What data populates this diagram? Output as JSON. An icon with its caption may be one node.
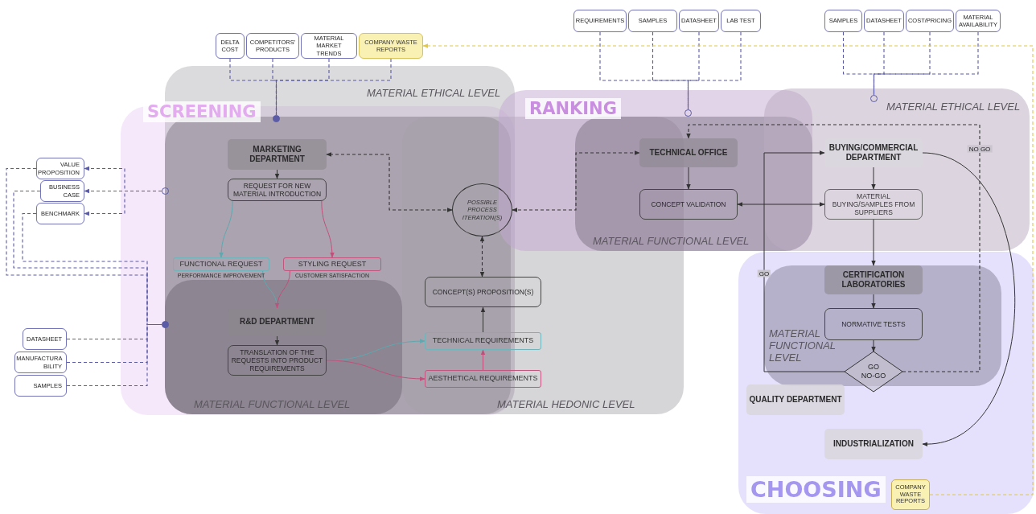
{
  "diagram": {
    "nodes": [
      {
        "text": [
          "DELTA COST"
        ]
      },
      {
        "text": [
          "COMPETITORS' PRODUCTS"
        ]
      },
      {
        "text": [
          "MATERIAL MARKET TRENDS"
        ]
      },
      {
        "text": [
          "COMPANY WASTE REPORTS"
        ]
      },
      {
        "text": [
          "REQUIREMENTS"
        ]
      },
      {
        "text": [
          "SAMPLES"
        ]
      },
      {
        "text": [
          "DATASHEET"
        ]
      },
      {
        "text": [
          "LAB TEST"
        ]
      },
      {
        "text": [
          "SAMPLES"
        ]
      },
      {
        "text": [
          "DATASHEET"
        ]
      },
      {
        "text": [
          "COST/PRICING"
        ]
      },
      {
        "text": [
          "MATERIAL AVAILABILITY"
        ]
      },
      {
        "text": [
          "VALUE PROPOSITION"
        ]
      },
      {
        "text": [
          "BUSINESS CASE"
        ]
      },
      {
        "text": [
          "BENCHMARK"
        ]
      },
      {
        "text": [
          "DATASHEET"
        ]
      },
      {
        "text": [
          "MANUFACTURA BILITY"
        ]
      },
      {
        "text": [
          "SAMPLES"
        ]
      },
      {
        "text": [
          "MARKETING DEPARTMENT"
        ]
      },
      {
        "text": [
          "REQUEST FOR NEW MATERIAL INTRODUCTION"
        ]
      },
      {
        "text": [
          "FUNCTIONAL REQUEST"
        ],
        "beside": [
          "PERFORMANCE IMPROVEMENT"
        ]
      },
      {
        "text": [
          "STYLING REQUEST"
        ],
        "beside": [
          "CUSTOMER SATISFACTION"
        ]
      },
      {
        "text": [
          "R&D DEPARTMENT"
        ]
      },
      {
        "text": [
          "TRANSLATION OF THE REQUESTS INTO PRODUCT REQUIREMENTS"
        ]
      },
      {
        "text": [
          "POSSIBLE PROCESS ITERATION(S)"
        ]
      },
      {
        "text": [
          "CONCEPT(S) PROPOSITION(S)"
        ]
      },
      {
        "text": [
          "TECHNICAL REQUIREMENTS"
        ]
      },
      {
        "text": [
          "AESTHETICAL REQUIREMENTS"
        ]
      },
      {
        "text": [
          "TECHNICAL OFFICE"
        ]
      },
      {
        "text": [
          "CONCEPT VALIDATION"
        ]
      },
      {
        "text": [
          "BUYING/COMMERCIAL DEPARTMENT"
        ]
      },
      {
        "text": [
          "MATERIAL BUYING/SAMPLES FROM SUPPLIERS"
        ]
      },
      {
        "text": [
          "CERTIFICATION LABORATORIES"
        ]
      },
      {
        "text": [
          "NORMATIVE TESTS"
        ]
      },
      {
        "text": [
          "GO NO-GO"
        ]
      },
      {
        "text": [
          "QUALITY DEPARTMENT"
        ]
      },
      {
        "text": [
          "INDUSTRIALIZATION"
        ]
      },
      {
        "text": [
          "COMPANY WASTE REPORTS"
        ]
      },
      {
        "text": [],
        "shape": "dot"
      },
      {
        "text": [],
        "shape": "circle"
      },
      {
        "text": [],
        "shape": "circle"
      },
      {
        "text": [],
        "shape": "circle"
      },
      {
        "text": [],
        "shape": "dot"
      }
    ],
    "edges": [
      {
        "from": 0,
        "to": 38,
        "arrow": "none",
        "style": "dashed"
      },
      {
        "from": 1,
        "to": 38,
        "arrow": "none",
        "style": "dashed"
      },
      {
        "from": 2,
        "to": 38,
        "arrow": "none",
        "style": "dashed"
      },
      {
        "from": 3,
        "to": 38,
        "arrow": "none",
        "style": "dashed"
      },
      {
        "from": 4,
        "to": 39,
        "arrow": "none",
        "style": "dashed"
      },
      {
        "from": 5,
        "to": 39,
        "arrow": "none",
        "style": "dashed"
      },
      {
        "from": 6,
        "to": 39,
        "arrow": "none",
        "style": "dashed"
      },
      {
        "from": 7,
        "to": 39,
        "arrow": "none",
        "style": "dashed"
      },
      {
        "from": 8,
        "to": 40,
        "arrow": "none",
        "style": "dashed"
      },
      {
        "from": 9,
        "to": 40,
        "arrow": "none",
        "style": "dashed"
      },
      {
        "from": 10,
        "to": 40,
        "arrow": "none",
        "style": "dashed"
      },
      {
        "from": 11,
        "to": 40,
        "arrow": "none",
        "style": "dashed"
      },
      {
        "from": 41,
        "to": 12,
        "arrow": "to",
        "style": "dashed"
      },
      {
        "from": 41,
        "to": 13,
        "arrow": "to",
        "style": "dashed"
      },
      {
        "from": 41,
        "to": 14,
        "arrow": "to",
        "style": "dashed"
      },
      {
        "from": 12,
        "to": 42,
        "arrow": "none",
        "style": "dashed"
      },
      {
        "from": 13,
        "to": 42,
        "arrow": "none",
        "style": "dashed"
      },
      {
        "from": 14,
        "to": 42,
        "arrow": "none",
        "style": "dashed"
      },
      {
        "from": 15,
        "to": 42,
        "arrow": "none",
        "style": "dashed"
      },
      {
        "from": 16,
        "to": 42,
        "arrow": "none",
        "style": "dashed"
      },
      {
        "from": 17,
        "to": 42,
        "arrow": "none",
        "style": "dashed"
      },
      {
        "from": 18,
        "to": 19,
        "arrow": "to",
        "color": "#333333"
      },
      {
        "from": 19,
        "to": 20,
        "arrow": "to",
        "color": "#5fa8b0"
      },
      {
        "from": 19,
        "to": 21,
        "arrow": "to",
        "color": "#c0507a"
      },
      {
        "from": 20,
        "to": 22,
        "arrow": "to",
        "color": "#5fa8b0"
      },
      {
        "from": 21,
        "to": 22,
        "arrow": "to",
        "color": "#c0507a"
      },
      {
        "from": 22,
        "to": 23,
        "arrow": "to",
        "color": "#333333"
      },
      {
        "from": 23,
        "to": 26,
        "arrow": "to",
        "color": "#5fa8b0"
      },
      {
        "from": 23,
        "to": 27,
        "arrow": "to",
        "color": "#c0507a"
      },
      {
        "from": 27,
        "to": 26,
        "arrow": "to",
        "color": "#c0507a"
      },
      {
        "from": 26,
        "to": 25,
        "arrow": "to",
        "color": "#333333"
      },
      {
        "from": 25,
        "to": 24,
        "arrow": "both",
        "style": "dashed",
        "color": "#333333"
      },
      {
        "from": 24,
        "to": 18,
        "arrow": "both",
        "style": "dashed",
        "color": "#333333"
      },
      {
        "from": 24,
        "to": 28,
        "arrow": "both",
        "style": "dashed",
        "color": "#333333"
      },
      {
        "from": 28,
        "to": 29,
        "arrow": "to",
        "color": "#333333"
      },
      {
        "from": 29,
        "to": 31,
        "arrow": "both",
        "color": "#333333"
      },
      {
        "from": 30,
        "to": 31,
        "arrow": "to",
        "color": "#333333"
      },
      {
        "from": 31,
        "to": 32,
        "arrow": "to",
        "color": "#333333"
      },
      {
        "from": 32,
        "to": 33,
        "arrow": "to",
        "color": "#333333"
      },
      {
        "from": 33,
        "to": 34,
        "arrow": "to",
        "color": "#333333"
      },
      {
        "from": 34,
        "to": 30,
        "arrow": "to",
        "label": "GO",
        "color": "#333333"
      },
      {
        "from": 34,
        "to": 28,
        "arrow": "to",
        "label": "NO GO",
        "style": "dashed",
        "color": "#333333"
      },
      {
        "from": 30,
        "to": 36,
        "arrow": "to",
        "color": "#333333"
      },
      {
        "from": 37,
        "to": 3,
        "arrow": "to",
        "style": "dashed",
        "color": "#e0c84a"
      }
    ],
    "labels": [
      "SCREENING",
      "MATERIAL ETHICAL LEVEL",
      "RANKING",
      "MATERIAL ETHICAL LEVEL",
      "MATERIAL FUNCTIONAL LEVEL",
      "MATERIAL FUNCTIONAL LEVEL",
      "MATERIAL FUNCTIONAL LEVEL",
      "MATERIAL HEDONIC LEVEL",
      "CHOOSING"
    ]
  }
}
